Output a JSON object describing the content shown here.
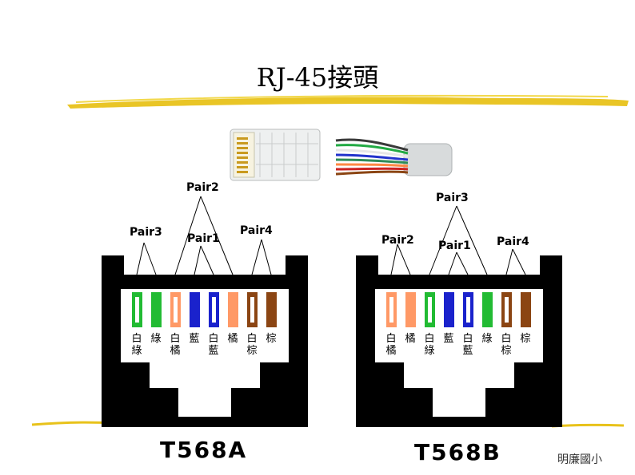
{
  "title": "RJ-45接頭",
  "footer": "明廉國小",
  "connectors": [
    {
      "standard": "T568A",
      "pair_labels": {
        "pair2": "Pair2",
        "pair3": "Pair3",
        "pair1": "Pair1",
        "pair4": "Pair4"
      },
      "wires": [
        {
          "label": "白綠",
          "color": "#22bb33",
          "striped": true
        },
        {
          "label": "綠",
          "color": "#22bb33",
          "striped": false
        },
        {
          "label": "白橘",
          "color": "#ff9966",
          "striped": true
        },
        {
          "label": "藍",
          "color": "#1a22cc",
          "striped": false
        },
        {
          "label": "白藍",
          "color": "#1a22cc",
          "striped": true
        },
        {
          "label": "橘",
          "color": "#ff9966",
          "striped": false
        },
        {
          "label": "白棕",
          "color": "#8b4513",
          "striped": true
        },
        {
          "label": "棕",
          "color": "#8b4513",
          "striped": false
        }
      ]
    },
    {
      "standard": "T568B",
      "pair_labels": {
        "pair2": "Pair2",
        "pair3": "Pair3",
        "pair1": "Pair1",
        "pair4": "Pair4"
      },
      "wires": [
        {
          "label": "白橘",
          "color": "#ff9966",
          "striped": true
        },
        {
          "label": "橘",
          "color": "#ff9966",
          "striped": false
        },
        {
          "label": "白綠",
          "color": "#22bb33",
          "striped": true
        },
        {
          "label": "藍",
          "color": "#1a22cc",
          "striped": false
        },
        {
          "label": "白藍",
          "color": "#1a22cc",
          "striped": true
        },
        {
          "label": "綠",
          "color": "#22bb33",
          "striped": false
        },
        {
          "label": "白棕",
          "color": "#8b4513",
          "striped": true
        },
        {
          "label": "棕",
          "color": "#8b4513",
          "striped": false
        }
      ]
    }
  ]
}
